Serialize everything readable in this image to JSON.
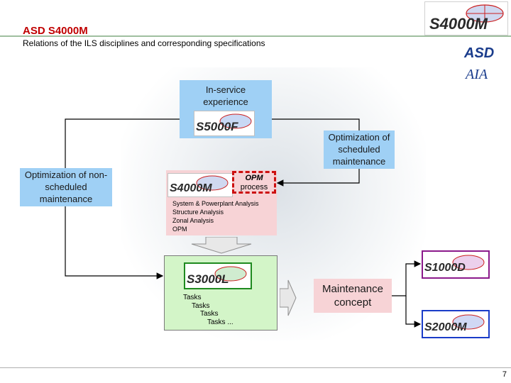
{
  "header": {
    "title": "ASD S4000M",
    "subtitle": "Relations of the ILS disciplines and corresponding specifications",
    "logo_main": "S4000M",
    "logo_asd": "ASD",
    "logo_aia": "AIA"
  },
  "boxes": {
    "in_service": "In-service experience",
    "in_service_logo": "S5000F",
    "opt_scheduled": "Optimization of scheduled maintenance",
    "opt_non_scheduled": "Optimization of non-scheduled maintenance",
    "s4000m_logo": "S4000M",
    "opm_line1": "OPM",
    "opm_line2": "process",
    "analysis": [
      "System & Powerplant Analysis",
      "Structure Analysis",
      "Zonal Analysis",
      "OPM"
    ],
    "s3000l_logo": "S3000L",
    "tasks": [
      "Tasks",
      "Tasks",
      "Tasks",
      "Tasks ..."
    ],
    "maintenance_concept": "Maintenance concept",
    "s1000d_logo": "S1000D",
    "s2000m_logo": "S2000M"
  },
  "colors": {
    "title_red": "#c00000",
    "blue_box": "#9fd0f5",
    "pink_box": "#f7d3d6",
    "green_box": "#d3f5c8",
    "s1000d_purple": "#8b1a8b",
    "s2000m_blue": "#1a3cc8",
    "s3000l_green": "#1f8a1f"
  },
  "footer": {
    "page": "7"
  }
}
